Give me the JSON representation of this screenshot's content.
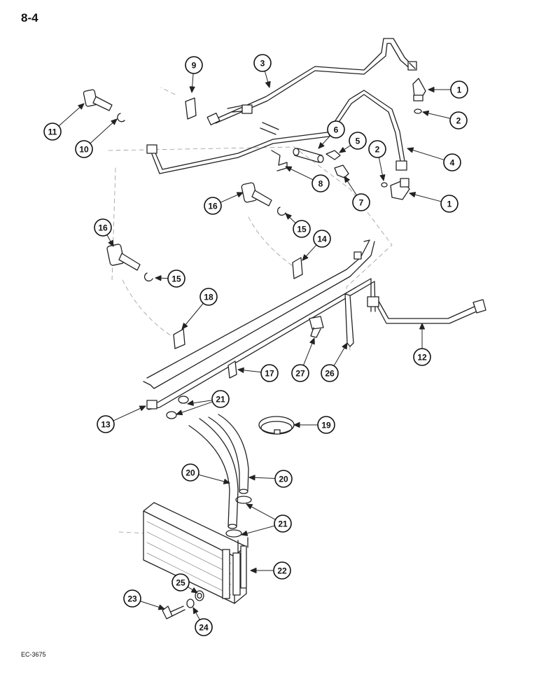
{
  "page_number": "8-4",
  "figure_code": "EC-3675",
  "callouts": [
    {
      "id": "c1a",
      "label": "1"
    },
    {
      "id": "c1b",
      "label": "1"
    },
    {
      "id": "c2a",
      "label": "2"
    },
    {
      "id": "c2b",
      "label": "2"
    },
    {
      "id": "c3",
      "label": "3"
    },
    {
      "id": "c4",
      "label": "4"
    },
    {
      "id": "c5",
      "label": "5"
    },
    {
      "id": "c6",
      "label": "6"
    },
    {
      "id": "c7",
      "label": "7"
    },
    {
      "id": "c8",
      "label": "8"
    },
    {
      "id": "c9",
      "label": "9"
    },
    {
      "id": "c10",
      "label": "10"
    },
    {
      "id": "c11",
      "label": "11"
    },
    {
      "id": "c12",
      "label": "12"
    },
    {
      "id": "c13",
      "label": "13"
    },
    {
      "id": "c14",
      "label": "14"
    },
    {
      "id": "c15a",
      "label": "15"
    },
    {
      "id": "c15b",
      "label": "15"
    },
    {
      "id": "c16a",
      "label": "16"
    },
    {
      "id": "c16b",
      "label": "16"
    },
    {
      "id": "c17",
      "label": "17"
    },
    {
      "id": "c18",
      "label": "18"
    },
    {
      "id": "c19",
      "label": "19"
    },
    {
      "id": "c20a",
      "label": "20"
    },
    {
      "id": "c20b",
      "label": "20"
    },
    {
      "id": "c21a",
      "label": "21"
    },
    {
      "id": "c21b",
      "label": "21"
    },
    {
      "id": "c22",
      "label": "22"
    },
    {
      "id": "c23",
      "label": "23"
    },
    {
      "id": "c24",
      "label": "24"
    },
    {
      "id": "c25",
      "label": "25"
    },
    {
      "id": "c26",
      "label": "26"
    },
    {
      "id": "c27",
      "label": "27"
    }
  ]
}
